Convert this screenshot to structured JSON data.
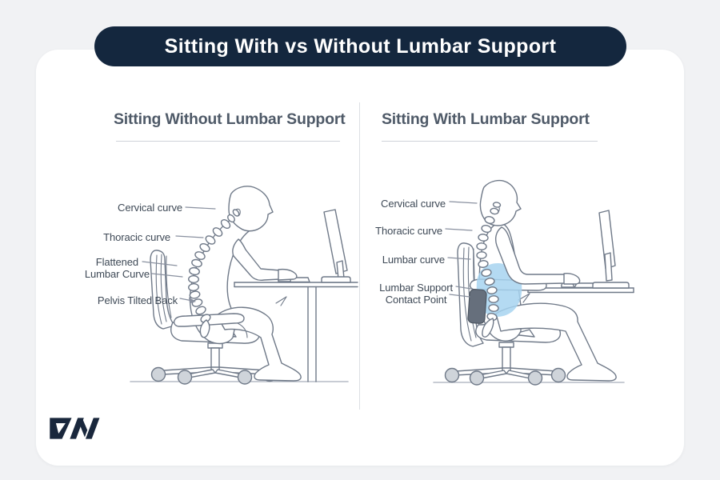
{
  "title": "Sitting With vs Without Lumbar Support",
  "panels": {
    "without": {
      "heading": "Sitting Without Lumbar Support",
      "labels": {
        "cervical": "Cervical curve",
        "thoracic": "Thoracic curve",
        "lumbar": "Flattened\nLumbar Curve",
        "pelvis": "Pelvis Tilted Back"
      }
    },
    "with": {
      "heading": "Sitting With Lumbar Support",
      "labels": {
        "cervical": "Cervical curve",
        "thoracic": "Thoracic curve",
        "lumbar": "Lumbar curve",
        "support": "Lumbar Support\nContact Point"
      }
    }
  },
  "colors": {
    "background": "#f1f2f4",
    "banner": "#14273e",
    "card": "#ffffff",
    "heading_text": "#4f5a68",
    "label_text": "#3e4956",
    "line_art": "#6f7988",
    "lumbar_highlight": "#a7d4f0",
    "lumbar_pad": "#666f7c"
  },
  "logo": {
    "icon": "dw-monogram"
  }
}
